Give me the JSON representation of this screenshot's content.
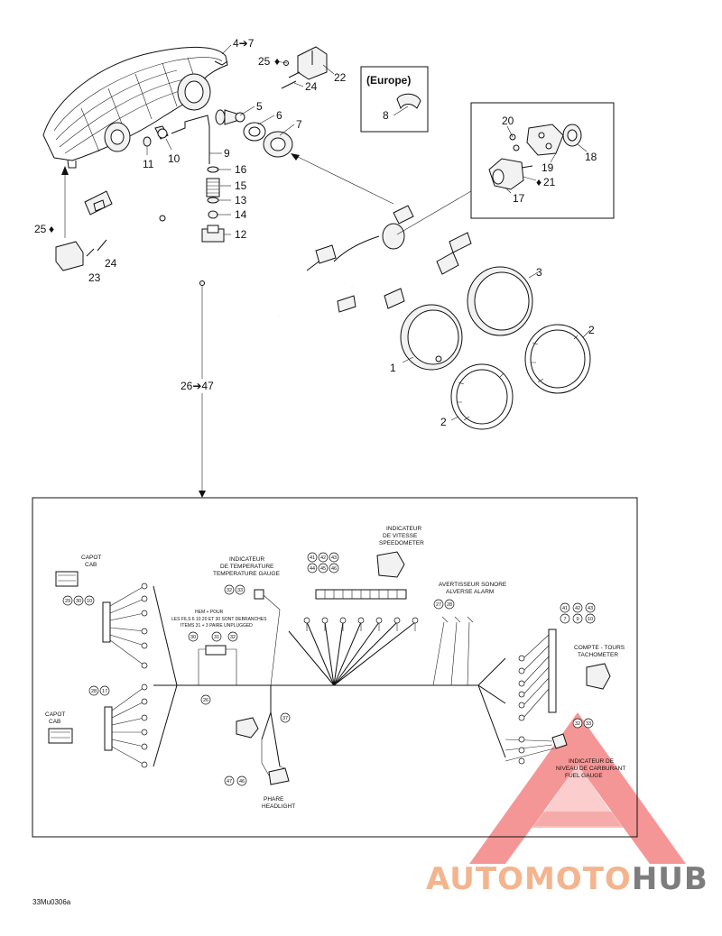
{
  "callouts": {
    "c1": "1",
    "c2a": "2",
    "c2b": "2",
    "c3": "3",
    "c4_7": "4➔7",
    "c5": "5",
    "c6": "6",
    "c7": "7",
    "c8": "8",
    "c9": "9",
    "c10": "10",
    "c11": "11",
    "c12": "12",
    "c13": "13",
    "c14": "14",
    "c15": "15",
    "c16": "16",
    "c17": "17",
    "c18": "18",
    "c19": "19",
    "c20": "20",
    "c21": "21",
    "c22": "22",
    "c23": "23",
    "c24a": "24",
    "c24b": "24",
    "c25a": "25",
    "c25b": "25",
    "c26_47": "26➔47"
  },
  "europe_label": "(Europe)",
  "schematic": {
    "capot_top": [
      "CAPOT",
      "CAB"
    ],
    "capot_bottom": [
      "CAPOT",
      "CAB"
    ],
    "temp_gauge": [
      "INDICATEUR",
      "DE TEMPERATURE",
      "TEMPERATURE GAUGE"
    ],
    "speedometer": [
      "INDICATEUR",
      "DE VITESSE",
      "SPEEDOMETER"
    ],
    "alarm": [
      "AVERTISSEUR SONORE",
      "ALVERSE ALARM"
    ],
    "tachometer": [
      "COMPTE - TOURS",
      "TACHOMETER"
    ],
    "fuel_gauge": [
      "INDICATEUR DE",
      "NIVEAU DE CARBURANT",
      "FUEL GAUGE"
    ],
    "headlight": [
      "PHARE",
      "HEADLIGHT"
    ],
    "plug_note": [
      "HEM + POUR",
      "LES FILS 6 10 20 ET 30 SONT DEBRANCHES",
      "ITEMS 31 + 3 PAIRE UNPLUGGED"
    ],
    "nums_top_left": [
      "29",
      "30",
      "10"
    ],
    "nums_temp": [
      "32",
      "33"
    ],
    "nums_speedo": [
      "41",
      "42",
      "43",
      "44",
      "45",
      "46"
    ],
    "nums_alarm": [
      "27",
      "28"
    ],
    "nums_plug": [
      "30",
      "31",
      "32"
    ],
    "nums_tacho": [
      "41",
      "42",
      "43",
      "7",
      "9",
      "10"
    ],
    "nums_left_bottom": [
      "28",
      "17"
    ],
    "nums_fuel": [
      "32",
      "33"
    ],
    "nums_headlight": [
      "47",
      "46"
    ],
    "num_26": "26",
    "num_37": "37"
  },
  "logo": {
    "part1": "AUTOMOTO",
    "part2": "HUB"
  },
  "diagram_code": "33Mu0306a",
  "colors": {
    "logo_orange": "#f3b48e",
    "logo_gray": "#7d7d7d",
    "watermark_red": "#f05a5a"
  }
}
